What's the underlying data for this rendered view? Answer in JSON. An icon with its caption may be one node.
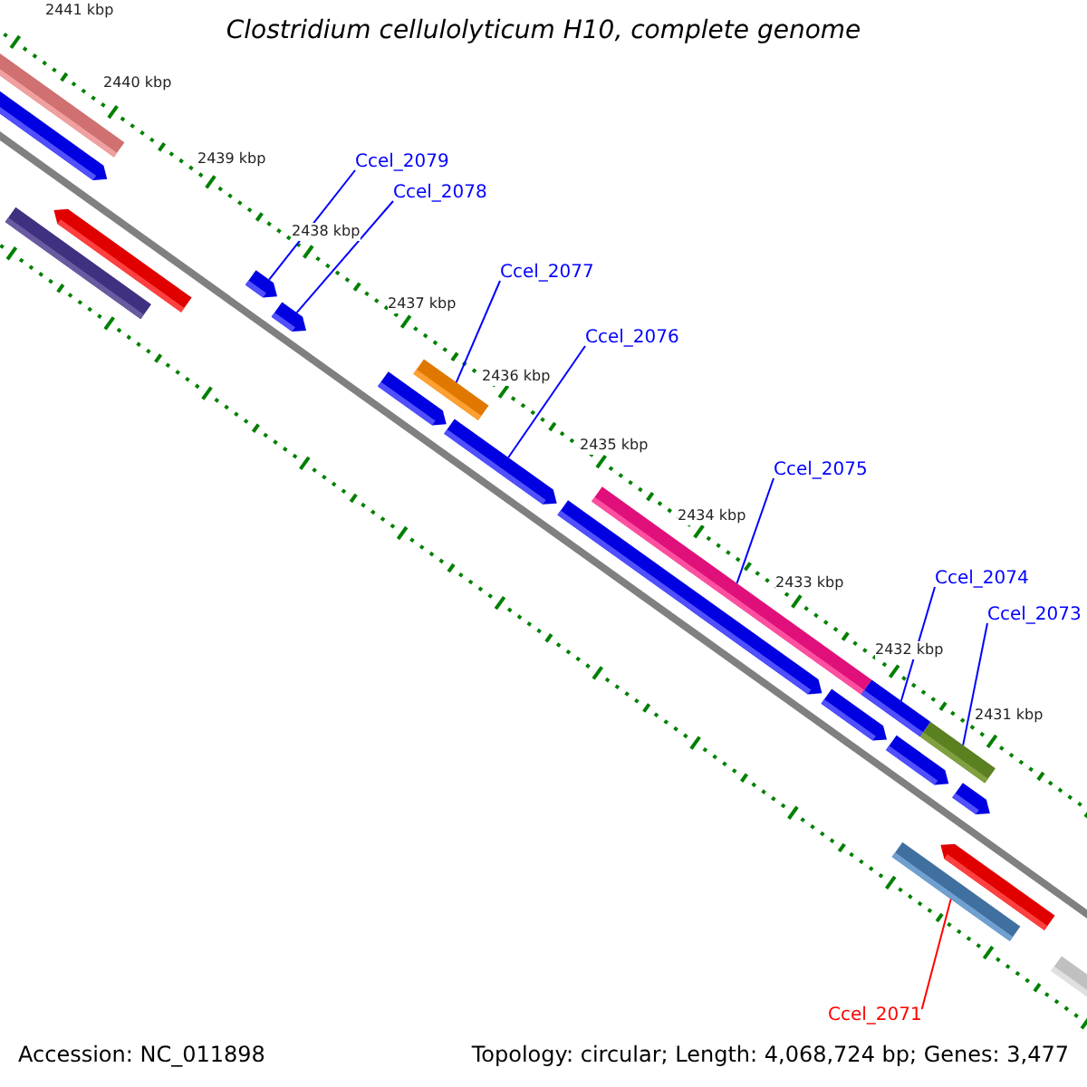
{
  "diagram": {
    "title": "Clostridium cellulolyticum H10, complete genome",
    "nodes": [
      {
        "text": [
          "Ccel_2079"
        ]
      },
      {
        "text": [
          "Ccel_2078"
        ]
      },
      {
        "text": [
          "Ccel_2077"
        ]
      },
      {
        "text": [
          "Ccel_2076"
        ]
      },
      {
        "text": [
          "Ccel_2075"
        ]
      },
      {
        "text": [
          "Ccel_2074"
        ]
      },
      {
        "text": [
          "Ccel_2073"
        ]
      },
      {
        "text": [
          "Ccel_2071"
        ]
      },
      {
        "text": [],
        "shape": "bar"
      },
      {
        "text": [],
        "shape": "bar"
      },
      {
        "text": [],
        "shape": "bar"
      },
      {
        "text": [],
        "shape": "bar"
      },
      {
        "text": [],
        "shape": "bar"
      },
      {
        "text": [],
        "shape": "bar"
      },
      {
        "text": [],
        "shape": "bar"
      },
      {
        "text": [],
        "shape": "bar"
      },
      {
        "text": [],
        "shape": "bar"
      },
      {
        "text": [],
        "shape": "bar"
      },
      {
        "text": [],
        "shape": "bar"
      },
      {
        "text": [],
        "shape": "bar"
      },
      {
        "text": [],
        "shape": "bar"
      },
      {
        "text": [],
        "shape": "bar"
      },
      {
        "text": [],
        "shape": "bar"
      },
      {
        "text": [],
        "shape": "bar"
      },
      {
        "text": [],
        "shape": "bar"
      },
      {
        "text": [],
        "shape": "bar"
      },
      {
        "text": [],
        "shape": "bar"
      }
    ],
    "edges": [
      {
        "from": 0,
        "to": 12,
        "arrow": "none"
      },
      {
        "from": 1,
        "to": 13,
        "arrow": "none"
      },
      {
        "from": 2,
        "to": 15,
        "arrow": "none"
      },
      {
        "from": 3,
        "to": 16,
        "arrow": "none"
      },
      {
        "from": 4,
        "to": 18,
        "arrow": "none"
      },
      {
        "from": 5,
        "to": 20,
        "arrow": "none"
      },
      {
        "from": 6,
        "to": 22,
        "arrow": "none"
      },
      {
        "from": 7,
        "to": 23,
        "arrow": "none",
        "color": "#ff0000"
      }
    ],
    "labels": [
      "2441 kbp",
      "2440 kbp",
      "2439 kbp",
      "2438 kbp",
      "2437 kbp",
      "2436 kbp",
      "2435 kbp",
      "2434 kbp",
      "2433 kbp",
      "2432 kbp",
      "2431 kbp",
      "Accession: NC_011898",
      "Topology: circular; Length: 4,068,724 bp; Genes: 3,477"
    ]
  }
}
